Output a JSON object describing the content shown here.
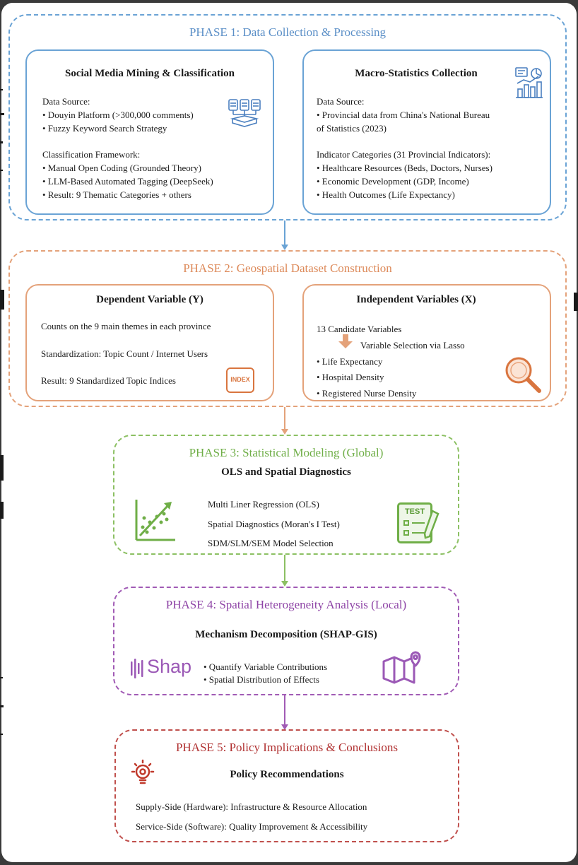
{
  "phase1": {
    "title": "PHASE 1: Data Collection & Processing",
    "left": {
      "title": "Social Media Mining & Classification",
      "lines": [
        "Data Source:",
        "• Douyin Platform (>300,000 comments)",
        "• Fuzzy Keyword Search Strategy",
        "Classification Framework:",
        "• Manual Open Coding (Grounded Theory)",
        "• LLM-Based Automated Tagging (DeepSeek)",
        "• Result: 9 Thematic Categories + others"
      ]
    },
    "right": {
      "title": "Macro-Statistics Collection",
      "lines": [
        "Data Source:",
        "• Provincial data from China's National Bureau",
        "of Statistics (2023)",
        "Indicator Categories (31 Provincial Indicators):",
        "• Healthcare Resources (Beds, Doctors, Nurses)",
        "• Economic Development (GDP, Income)",
        "• Health Outcomes (Life Expectancy)"
      ]
    }
  },
  "phase2": {
    "title": "PHASE 2: Geospatial Dataset Construction",
    "left": {
      "title": "Dependent Variable (Y)",
      "lines": [
        "Counts on the 9 main themes in each province",
        "Standardization: Topic Count / Internet Users",
        "Result: 9 Standardized Topic Indices"
      ],
      "icon_label": "INDEX"
    },
    "right": {
      "title": "Independent Variables (X)",
      "candidates": "13 Candidate Variables",
      "selection": "Variable Selection via Lasso",
      "bullets": [
        "• Life Expectancy",
        "• Hospital Density",
        "• Registered Nurse Density"
      ]
    }
  },
  "phase3": {
    "title": "PHASE 3: Statistical Modeling (Global)",
    "subtitle": "OLS and Spatial Diagnostics",
    "lines": [
      "Multi Liner Regression (OLS)",
      "Spatial Diagnostics (Moran's I Test)",
      "SDM/SLM/SEM Model Selection"
    ],
    "icon_label": "TEST"
  },
  "phase4": {
    "title": "PHASE 4: Spatial Heterogeneity Analysis (Local)",
    "subtitle": "Mechanism Decomposition (SHAP-GIS)",
    "logo_text": "Shap",
    "lines": [
      "• Quantify Variable Contributions",
      "• Spatial Distribution of Effects"
    ]
  },
  "phase5": {
    "title": "PHASE 5: Policy Implications & Conclusions",
    "subtitle": "Policy Recommendations",
    "lines": [
      "Supply-Side (Hardware): Infrastructure & Resource Allocation",
      "Service-Side (Software): Quality Improvement & Accessibility"
    ]
  },
  "colors": {
    "phase1": "#6aa3d5",
    "phase2": "#e4a27a",
    "phase3": "#8cc063",
    "phase4": "#a15bb5",
    "phase5": "#c0504d",
    "phase1_title": "#5b8fc7",
    "phase2_title": "#dd8a5a",
    "phase3_title": "#6fae47",
    "phase4_title": "#8e44a6",
    "phase5_title": "#b03030"
  }
}
